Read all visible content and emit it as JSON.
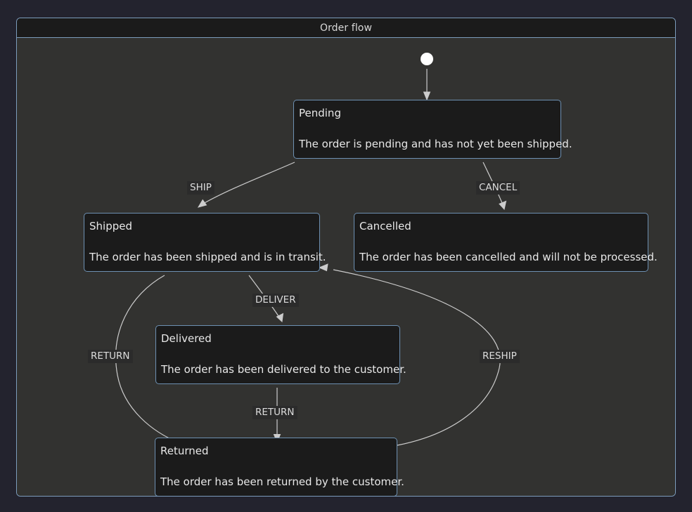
{
  "diagram": {
    "title": "Order flow",
    "type": "state-diagram",
    "colors": {
      "page_background": "#23232e",
      "frame_border": "#7c9cbc",
      "canvas_background": "#323230",
      "title_bar_background": "#1b1b1b",
      "node_background": "#1b1b1b",
      "node_border": "#6d90b2",
      "edge_stroke": "#cccccc",
      "label_background": "#2b2b2b",
      "text": "#e8e8e8",
      "start_node": "#ffffff"
    },
    "start_node": {
      "name": "start"
    },
    "states": [
      {
        "id": "pending",
        "title": "Pending",
        "description": "The order is pending and has not yet been shipped."
      },
      {
        "id": "shipped",
        "title": "Shipped",
        "description": "The order has been shipped and is in transit."
      },
      {
        "id": "cancelled",
        "title": "Cancelled",
        "description": "The order has been cancelled and will not be processed."
      },
      {
        "id": "delivered",
        "title": "Delivered",
        "description": "The order has been delivered to the customer."
      },
      {
        "id": "returned",
        "title": "Returned",
        "description": "The order has been returned by the customer."
      }
    ],
    "transitions": [
      {
        "id": "start-pending",
        "from": "start",
        "to": "pending",
        "label": ""
      },
      {
        "id": "ship",
        "from": "pending",
        "to": "shipped",
        "label": "SHIP"
      },
      {
        "id": "cancel",
        "from": "pending",
        "to": "cancelled",
        "label": "CANCEL"
      },
      {
        "id": "deliver",
        "from": "shipped",
        "to": "delivered",
        "label": "DELIVER"
      },
      {
        "id": "return-shipped",
        "from": "shipped",
        "to": "returned",
        "label": "RETURN"
      },
      {
        "id": "return-delivered",
        "from": "delivered",
        "to": "returned",
        "label": "RETURN"
      },
      {
        "id": "reship",
        "from": "returned",
        "to": "shipped",
        "label": "RESHIP"
      }
    ]
  }
}
